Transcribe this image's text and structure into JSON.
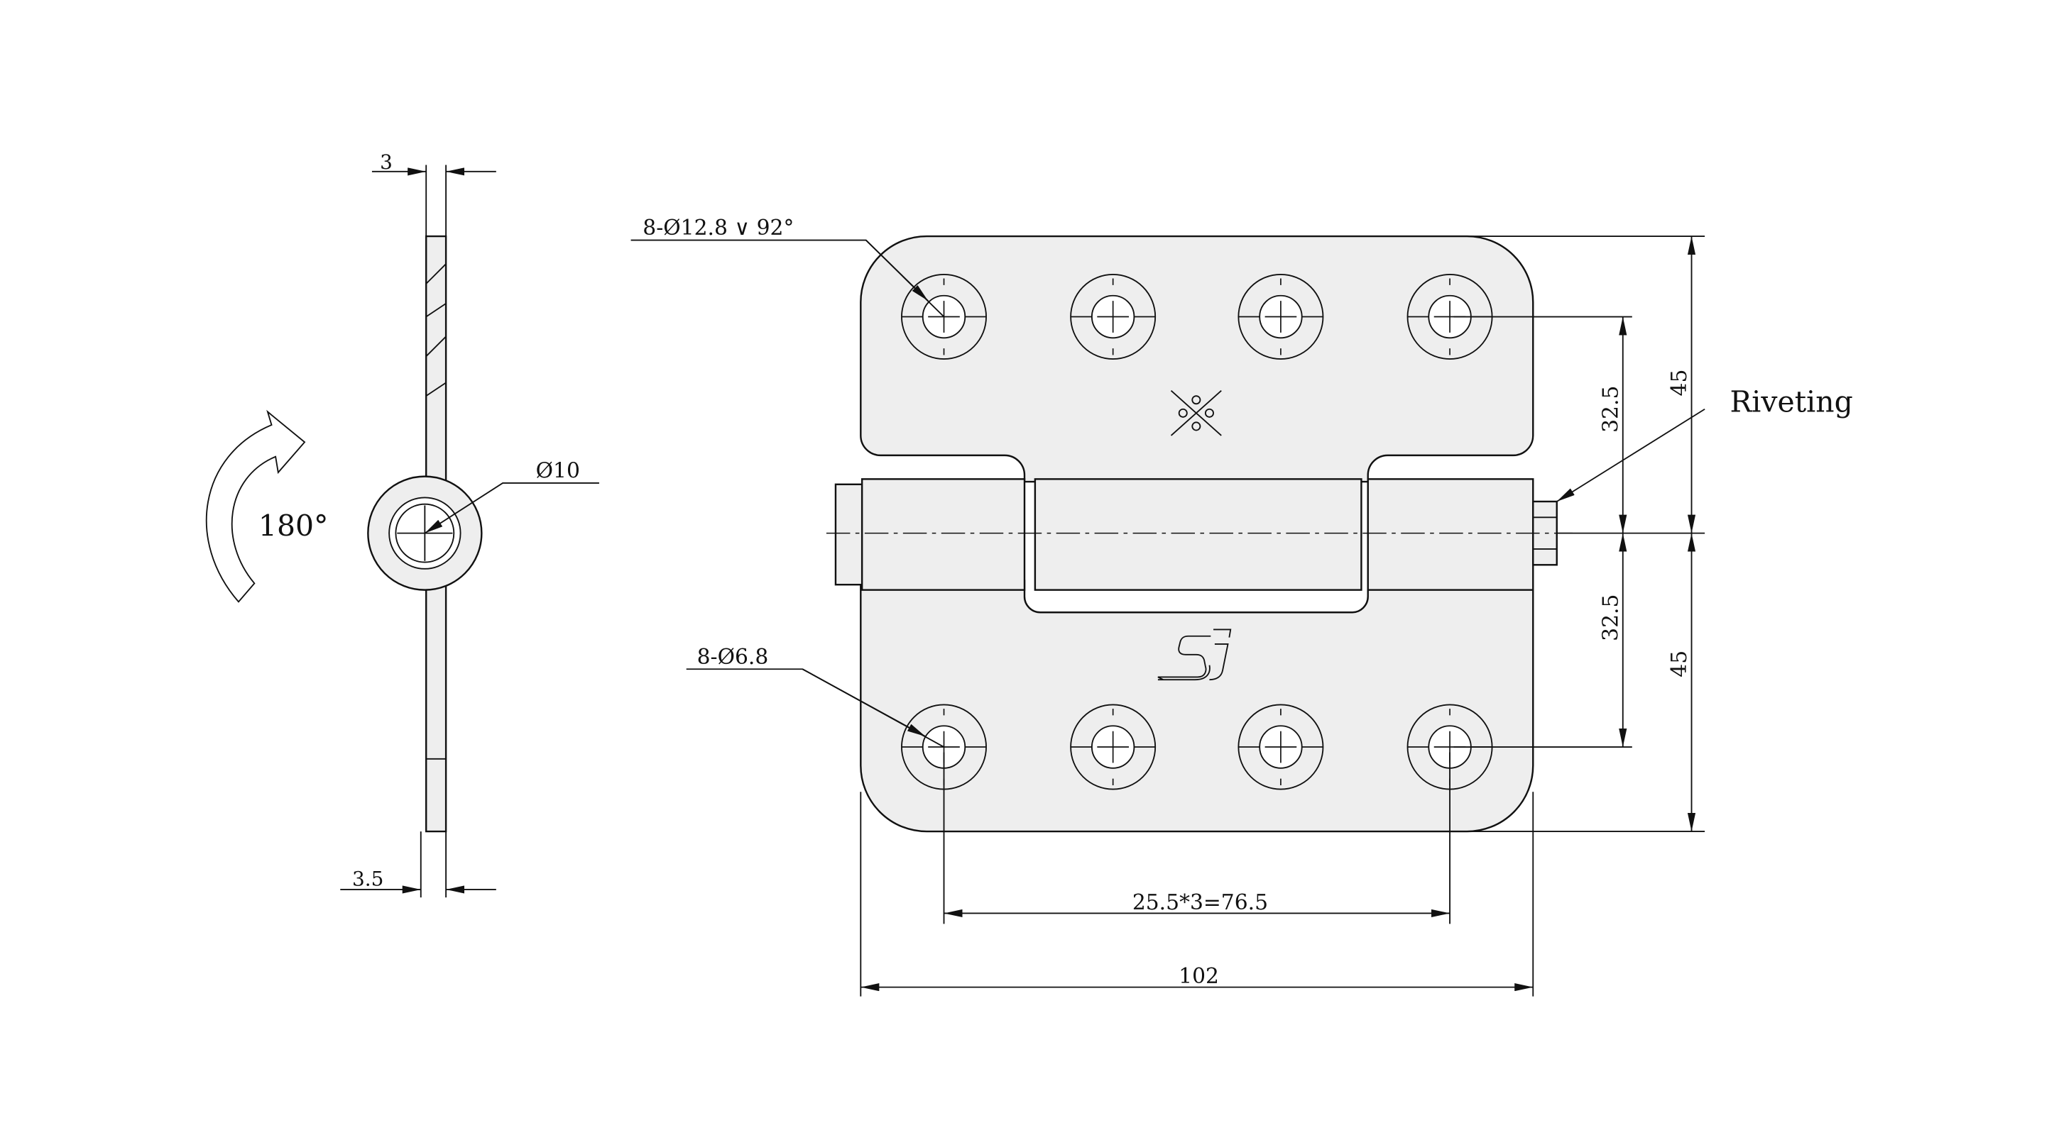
{
  "drawing": {
    "side_view": {
      "thickness_top": "3",
      "thickness_bottom": "3.5",
      "pin_diameter": "Ø10",
      "rotation": "180°"
    },
    "front_view": {
      "countersink_note": "8-Ø12.8 ∨ 92°",
      "hole_note": "8-Ø6.8",
      "hole_pitch": "25.5*3=76.5",
      "overall_width": "102",
      "half_height_top": "45",
      "half_height_bottom": "45",
      "hole_offset_top": "32.5",
      "hole_offset_bottom": "32.5",
      "rivet_label": "Riveting"
    },
    "logo_text": "sj"
  }
}
